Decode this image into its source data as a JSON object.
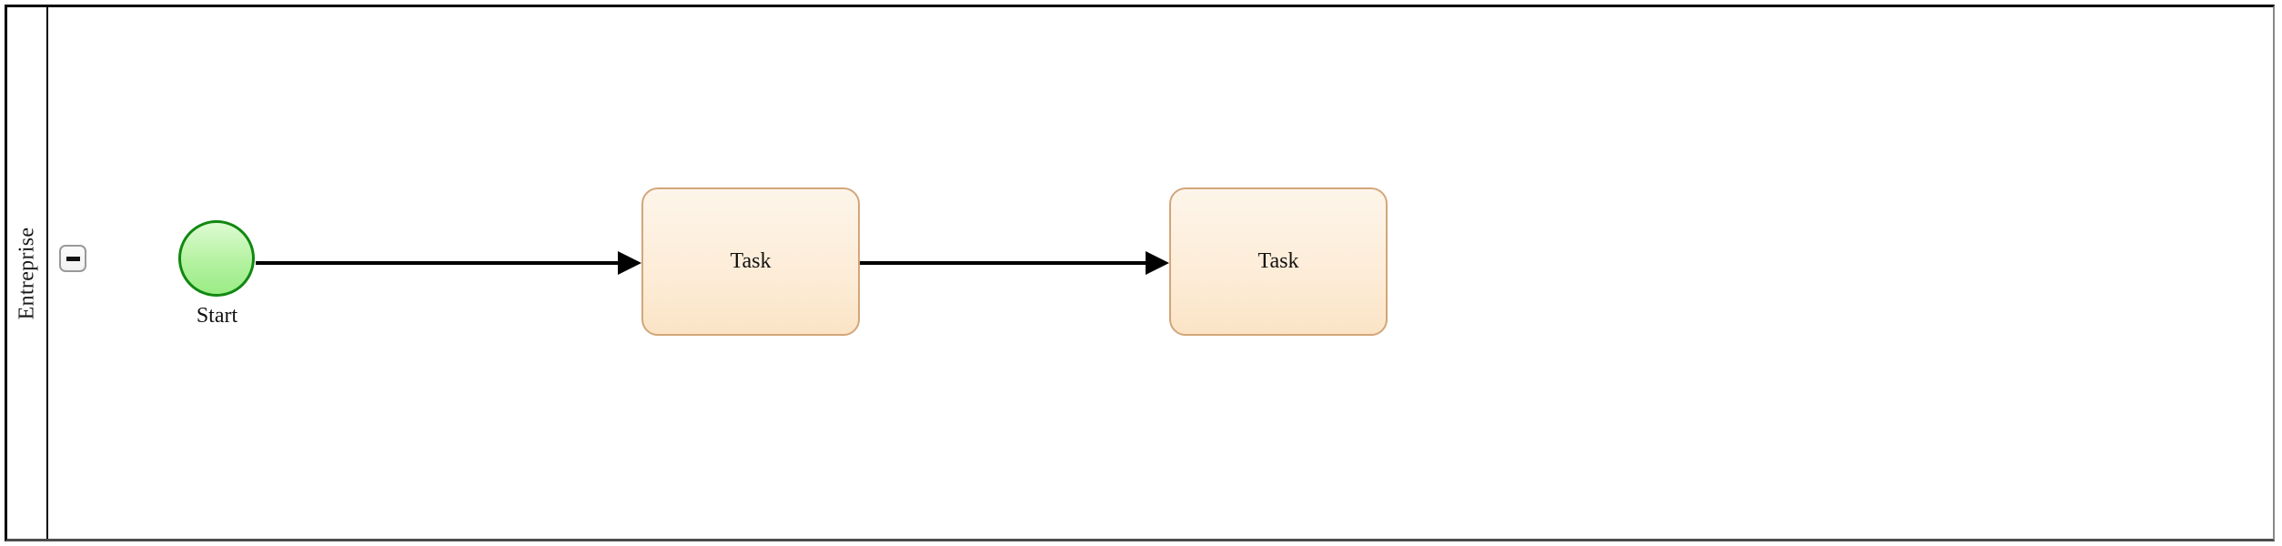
{
  "diagram": {
    "type": "bpmn-process-diagram",
    "background_color": "#ffffff"
  },
  "pool": {
    "label": "Entreprise",
    "border_color": "#000000",
    "fill_color": "#ffffff",
    "collapse_button": {
      "icon": "minus-icon",
      "state": "expanded",
      "tooltip": "Collapse"
    }
  },
  "nodes": [
    {
      "id": "start-event",
      "kind": "start-event",
      "label": "Start",
      "shape": "circle",
      "fill_color": "#b4f2a0",
      "border_color": "#118811"
    },
    {
      "id": "task-1",
      "kind": "task",
      "label": "Task",
      "shape": "rounded-rectangle",
      "fill_color": "#fdecd7",
      "border_color": "#d2a679"
    },
    {
      "id": "task-2",
      "kind": "task",
      "label": "Task",
      "shape": "rounded-rectangle",
      "fill_color": "#fdecd7",
      "border_color": "#d2a679"
    }
  ],
  "flows": [
    {
      "id": "flow-1",
      "kind": "sequence-flow",
      "from": "start-event",
      "to": "task-1",
      "color": "#000000",
      "label": ""
    },
    {
      "id": "flow-2",
      "kind": "sequence-flow",
      "from": "task-1",
      "to": "task-2",
      "color": "#000000",
      "label": ""
    }
  ]
}
